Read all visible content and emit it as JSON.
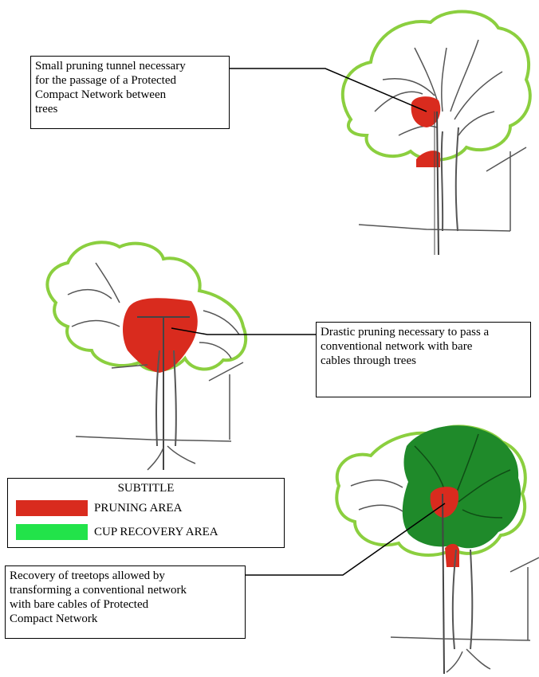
{
  "callouts": {
    "tunnel": "Small pruning tunnel necessary\nfor the passage of a Protected\nCompact Network between\ntrees",
    "drastic": "Drastic pruning necessary to pass a\nconventional network with bare\ncables through trees",
    "recovery": "Recovery of treetops allowed by\ntransforming a conventional network\nwith bare cables of Protected\nCompact Network"
  },
  "legend": {
    "title": "SUBTITLE",
    "items": [
      {
        "label": "PRUNING AREA",
        "color": "#d92b1e"
      },
      {
        "label": "CUP RECOVERY AREA",
        "color": "#22e34a"
      }
    ]
  },
  "colors": {
    "canopy_outline": "#8bcf3f",
    "pruning": "#d92b1e",
    "recovery_fill": "#1f8a2a",
    "ink": "#555555"
  }
}
